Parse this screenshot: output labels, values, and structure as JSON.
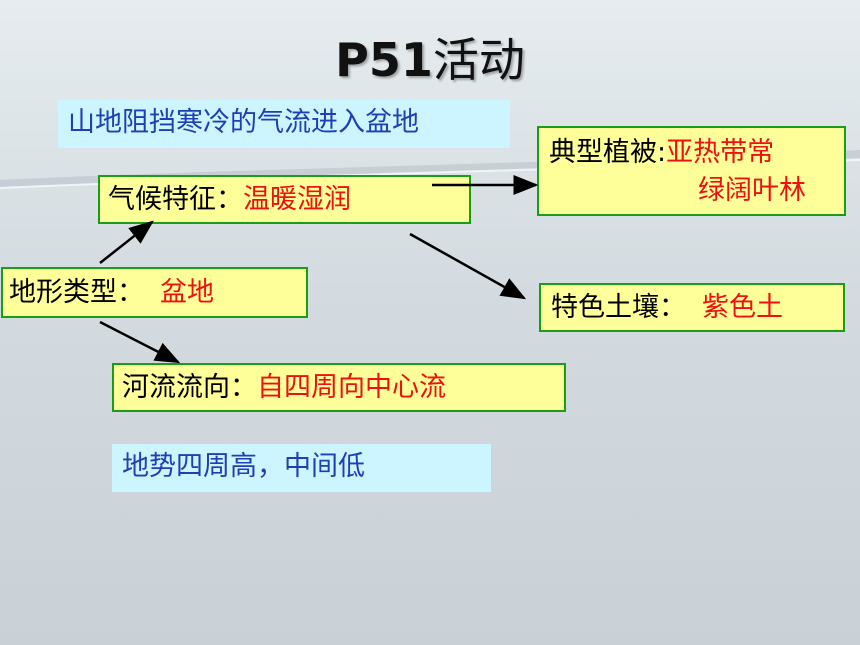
{
  "title": {
    "prefix": "P51",
    "suffix": "活动"
  },
  "note_top": "山地阻挡寒冷的气流进入盆地",
  "terrain": {
    "label": "地形类型：",
    "value": "盆地"
  },
  "climate": {
    "label": "气候特征：",
    "value": "温暖湿润"
  },
  "river": {
    "label": "河流流向：",
    "value": "自四周向中心流"
  },
  "vegetation": {
    "label": "典型植被:",
    "value_line1": "亚热带常",
    "value_line2": "绿阔叶林"
  },
  "soil": {
    "label": "特色土壤：",
    "value": "紫色土"
  },
  "note_bottom": "地势四周高，中间低"
}
